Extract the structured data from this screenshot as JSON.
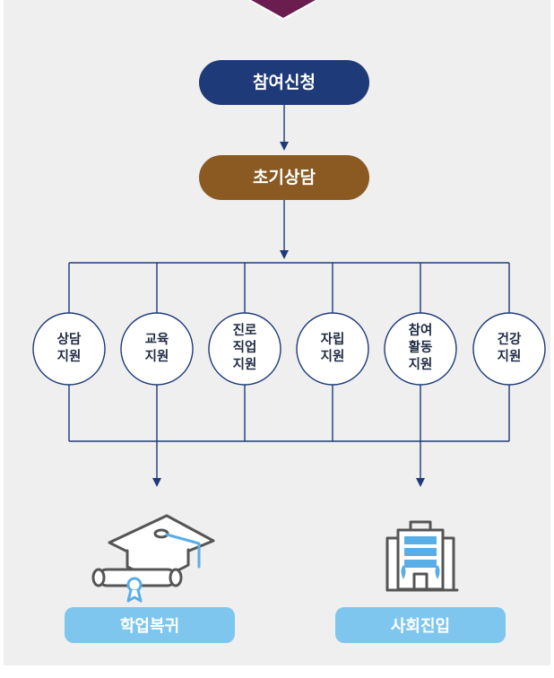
{
  "colors": {
    "background": "#efefef",
    "top_tab": "#6b1d4f",
    "step_primary": "#1e3a78",
    "step_secondary": "#8a5a22",
    "connector": "#1e3a78",
    "outcome_pill": "#7fc6ef",
    "icon_stroke": "#555555",
    "icon_accent": "#5aaee8"
  },
  "steps": {
    "apply": "참여신청",
    "consult": "초기상담"
  },
  "supports": [
    {
      "lines": [
        "상담",
        "지원"
      ]
    },
    {
      "lines": [
        "교육",
        "지원"
      ]
    },
    {
      "lines": [
        "진로",
        "직업",
        "지원"
      ]
    },
    {
      "lines": [
        "자립",
        "지원"
      ]
    },
    {
      "lines": [
        "참여",
        "활동",
        "지원"
      ]
    },
    {
      "lines": [
        "건강",
        "지원"
      ]
    }
  ],
  "outcomes": {
    "school": {
      "label": "학업복귀",
      "icon": "graduation-cap-diploma-icon"
    },
    "society": {
      "label": "사회진입",
      "icon": "office-building-icon"
    }
  }
}
